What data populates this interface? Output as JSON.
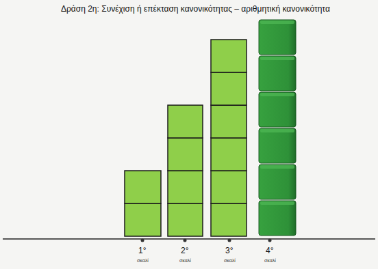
{
  "diagram": {
    "title": "Δράση 2η: Συνέχιση ή επέκταση κανονικότητας – αριθμητική κανονικότητα",
    "labels": [
      "1°",
      "σκαλί",
      "2°",
      "σκαλί",
      "3°",
      "σκαλί",
      "4°",
      "σκαλί"
    ]
  }
}
